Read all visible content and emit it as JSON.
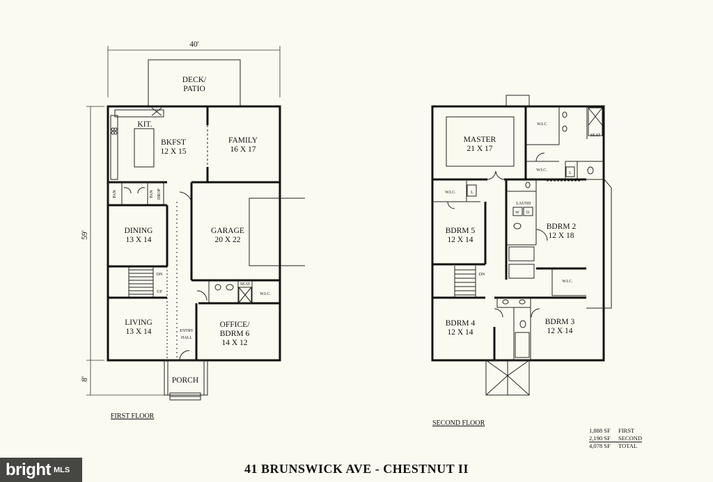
{
  "title": "41 BRUNSWICK AVE - CHESTNUT II",
  "dimensions": {
    "width": "40'",
    "depth": "59'",
    "porch": "8'"
  },
  "first_floor": {
    "caption": "FIRST FLOOR",
    "rooms": {
      "deck": [
        "DECK/",
        "PATIO"
      ],
      "kit": "KIT.",
      "bkfst": [
        "BKFST",
        "12 X 15"
      ],
      "family": [
        "FAMILY",
        "16 X 17"
      ],
      "dining": [
        "DINING",
        "13 X 14"
      ],
      "garage": [
        "GARAGE",
        "20 X 22"
      ],
      "living": [
        "LIVING",
        "13 X 14"
      ],
      "entry": [
        "ENTRY",
        "HALL"
      ],
      "office": [
        "OFFICE/",
        "BDRM 6",
        "14 X 12"
      ],
      "porch": "PORCH"
    },
    "small_labels": {
      "pan": "PAN",
      "drop": "DROP",
      "dn": "DN",
      "up": "UP",
      "seat": "SEAT",
      "wic": "W.I.C."
    }
  },
  "second_floor": {
    "caption": "SECOND FLOOR",
    "rooms": {
      "master": [
        "MASTER",
        "21 X 17"
      ],
      "bdrm5": [
        "BDRM 5",
        "12 X 14"
      ],
      "bdrm2": [
        "BDRM 2",
        "12 X 18"
      ],
      "bdrm4": [
        "BDRM 4",
        "12 X 14"
      ],
      "bdrm3": [
        "BDRM 3",
        "12 X 14"
      ]
    },
    "small_labels": {
      "wic": "W.I.C.",
      "laund": "LAUND",
      "w": "W",
      "d": "D",
      "l": "L",
      "seat": "SEAT",
      "dn": "DN"
    }
  },
  "square_footage": [
    {
      "value": "1,888 SF",
      "label": "FIRST"
    },
    {
      "value": "2,190 SF",
      "label": "SECOND"
    },
    {
      "value": "4,078 SF",
      "label": "TOTAL"
    }
  ],
  "watermark": {
    "brand": "bright",
    "suffix": "MLS"
  }
}
